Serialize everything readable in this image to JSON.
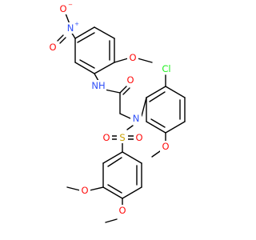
{
  "colors": {
    "carbon": "#000000",
    "oxygen": "#ff0d0d",
    "nitrogen": "#3050f8",
    "sulfur": "#c8a000",
    "chlorine": "#1ff01f",
    "background": "#ffffff"
  },
  "atoms": [
    {
      "id": "o_nitro_top",
      "label": "O",
      "charge": "−",
      "element": "oxygen"
    },
    {
      "id": "n_nitro",
      "label": "N",
      "charge": "+",
      "element": "nitrogen"
    },
    {
      "id": "o_nitro_bottom",
      "label": "O",
      "element": "oxygen"
    },
    {
      "id": "o_methoxy_top",
      "label": "O",
      "element": "oxygen"
    },
    {
      "id": "n_amide",
      "label": "NH",
      "element": "nitrogen"
    },
    {
      "id": "o_carbonyl",
      "label": "O",
      "element": "oxygen"
    },
    {
      "id": "cl",
      "label": "Cl",
      "element": "chlorine"
    },
    {
      "id": "n_sulfonamide",
      "label": "N",
      "element": "nitrogen"
    },
    {
      "id": "o_methoxy_right",
      "label": "O",
      "element": "oxygen"
    },
    {
      "id": "o_sulfonyl_left",
      "label": "O",
      "element": "oxygen"
    },
    {
      "id": "s",
      "label": "S",
      "element": "sulfur"
    },
    {
      "id": "o_sulfonyl_right",
      "label": "O",
      "element": "oxygen"
    },
    {
      "id": "o_methoxy_3",
      "label": "O",
      "element": "oxygen"
    },
    {
      "id": "o_methoxy_4",
      "label": "O",
      "element": "oxygen"
    }
  ]
}
